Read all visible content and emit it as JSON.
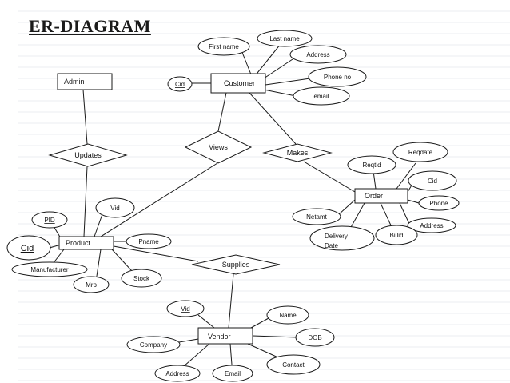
{
  "title": "ER-DIAGRAM",
  "entities": {
    "admin": "Admin",
    "customer": "Customer",
    "order": "Order",
    "product": "Product",
    "vendor": "Vendor"
  },
  "relationships": {
    "updates": "Updates",
    "views": "Views",
    "makes": "Makes",
    "supplies": "Supplies"
  },
  "attributes": {
    "customer": {
      "first_name": "First name",
      "last_name": "Last name",
      "address": "Address",
      "phone": "Phone no",
      "email": "email",
      "cid": "Cid"
    },
    "order": {
      "reqdate": "Reqdate",
      "reqtid": "Reqtid",
      "cid": "Cid",
      "phone": "Phone",
      "address": "Address",
      "billid": "Billid",
      "delivery_line1": "Delivery",
      "delivery_line2": "Date",
      "netamt": "Netamt"
    },
    "product": {
      "pid": "PID",
      "cid": "Cid",
      "manufacturer": "Manufacturer",
      "vid": "Vid",
      "pname": "Pname",
      "mrp": "Mrp",
      "stock": "Stock"
    },
    "vendor": {
      "vid": "Vid",
      "name": "Name",
      "dob": "DOB",
      "contact": "Contact",
      "company": "Company",
      "address": "Address",
      "email": "Email"
    }
  },
  "colors": {
    "stroke": "#1a1a1a",
    "background": "#ffffff",
    "notebook_line": "#d8dde6"
  }
}
